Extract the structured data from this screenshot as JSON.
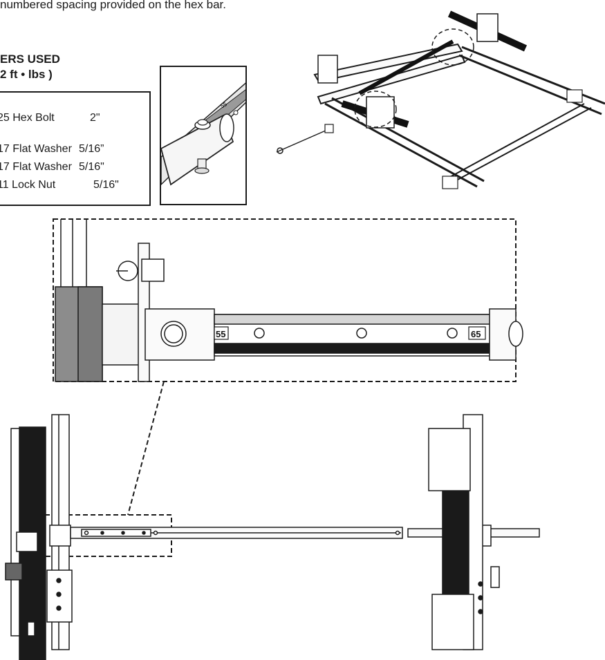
{
  "intro_text": "numbered spacing provided on the hex bar.",
  "fasteners": {
    "heading_line1": "ERS USED",
    "heading_line2": "2 ft • lbs )",
    "items": [
      {
        "desc": "25 Hex Bolt",
        "size": "2\""
      },
      {
        "desc": "17 Flat Washer",
        "size": "5/16”"
      },
      {
        "desc": "17 Flat Washer",
        "size": "5/16\""
      },
      {
        "desc": "11 Lock Nut",
        "size": "5/16\""
      }
    ]
  },
  "hex_bar_labels": {
    "left": "55",
    "right": "65",
    "small": "55"
  }
}
